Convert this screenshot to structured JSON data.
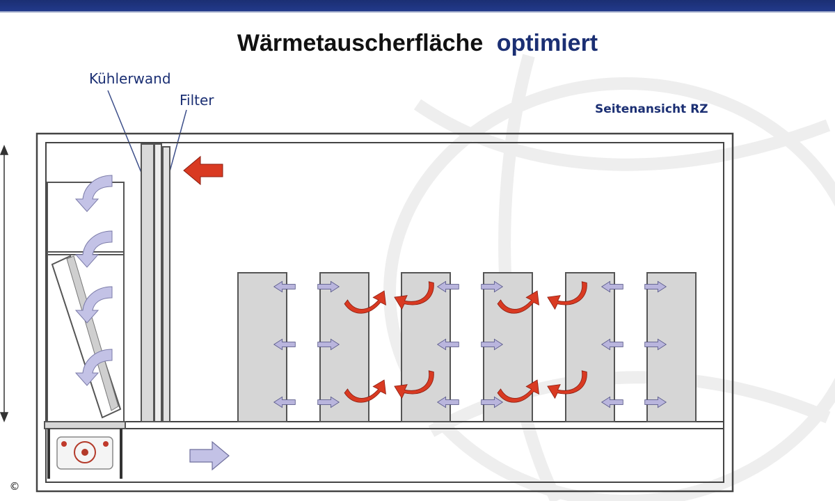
{
  "title": {
    "main": "Wärmetauscherfläche",
    "highlight": "optimiert",
    "main_color": "#111111",
    "highlight_color": "#1b2f73"
  },
  "labels": {
    "cooler_wall": "Kühlerwand",
    "filter": "Filter",
    "side_view": "Seitenansicht RZ"
  },
  "footer": {
    "copyright": "©"
  },
  "colors": {
    "frame": "#444444",
    "rack_fill": "#d6d6d6",
    "hot_air": "#d93a22",
    "cool_air": "#b9b5dd",
    "text_accent": "#1b2f73"
  },
  "icons": {
    "hot_air_arrow": "red-arrow-icon",
    "cool_air_arrow": "lavender-arrow-icon",
    "curved_cool_arrow": "curved-arrow-icon",
    "fan": "fan-icon"
  }
}
